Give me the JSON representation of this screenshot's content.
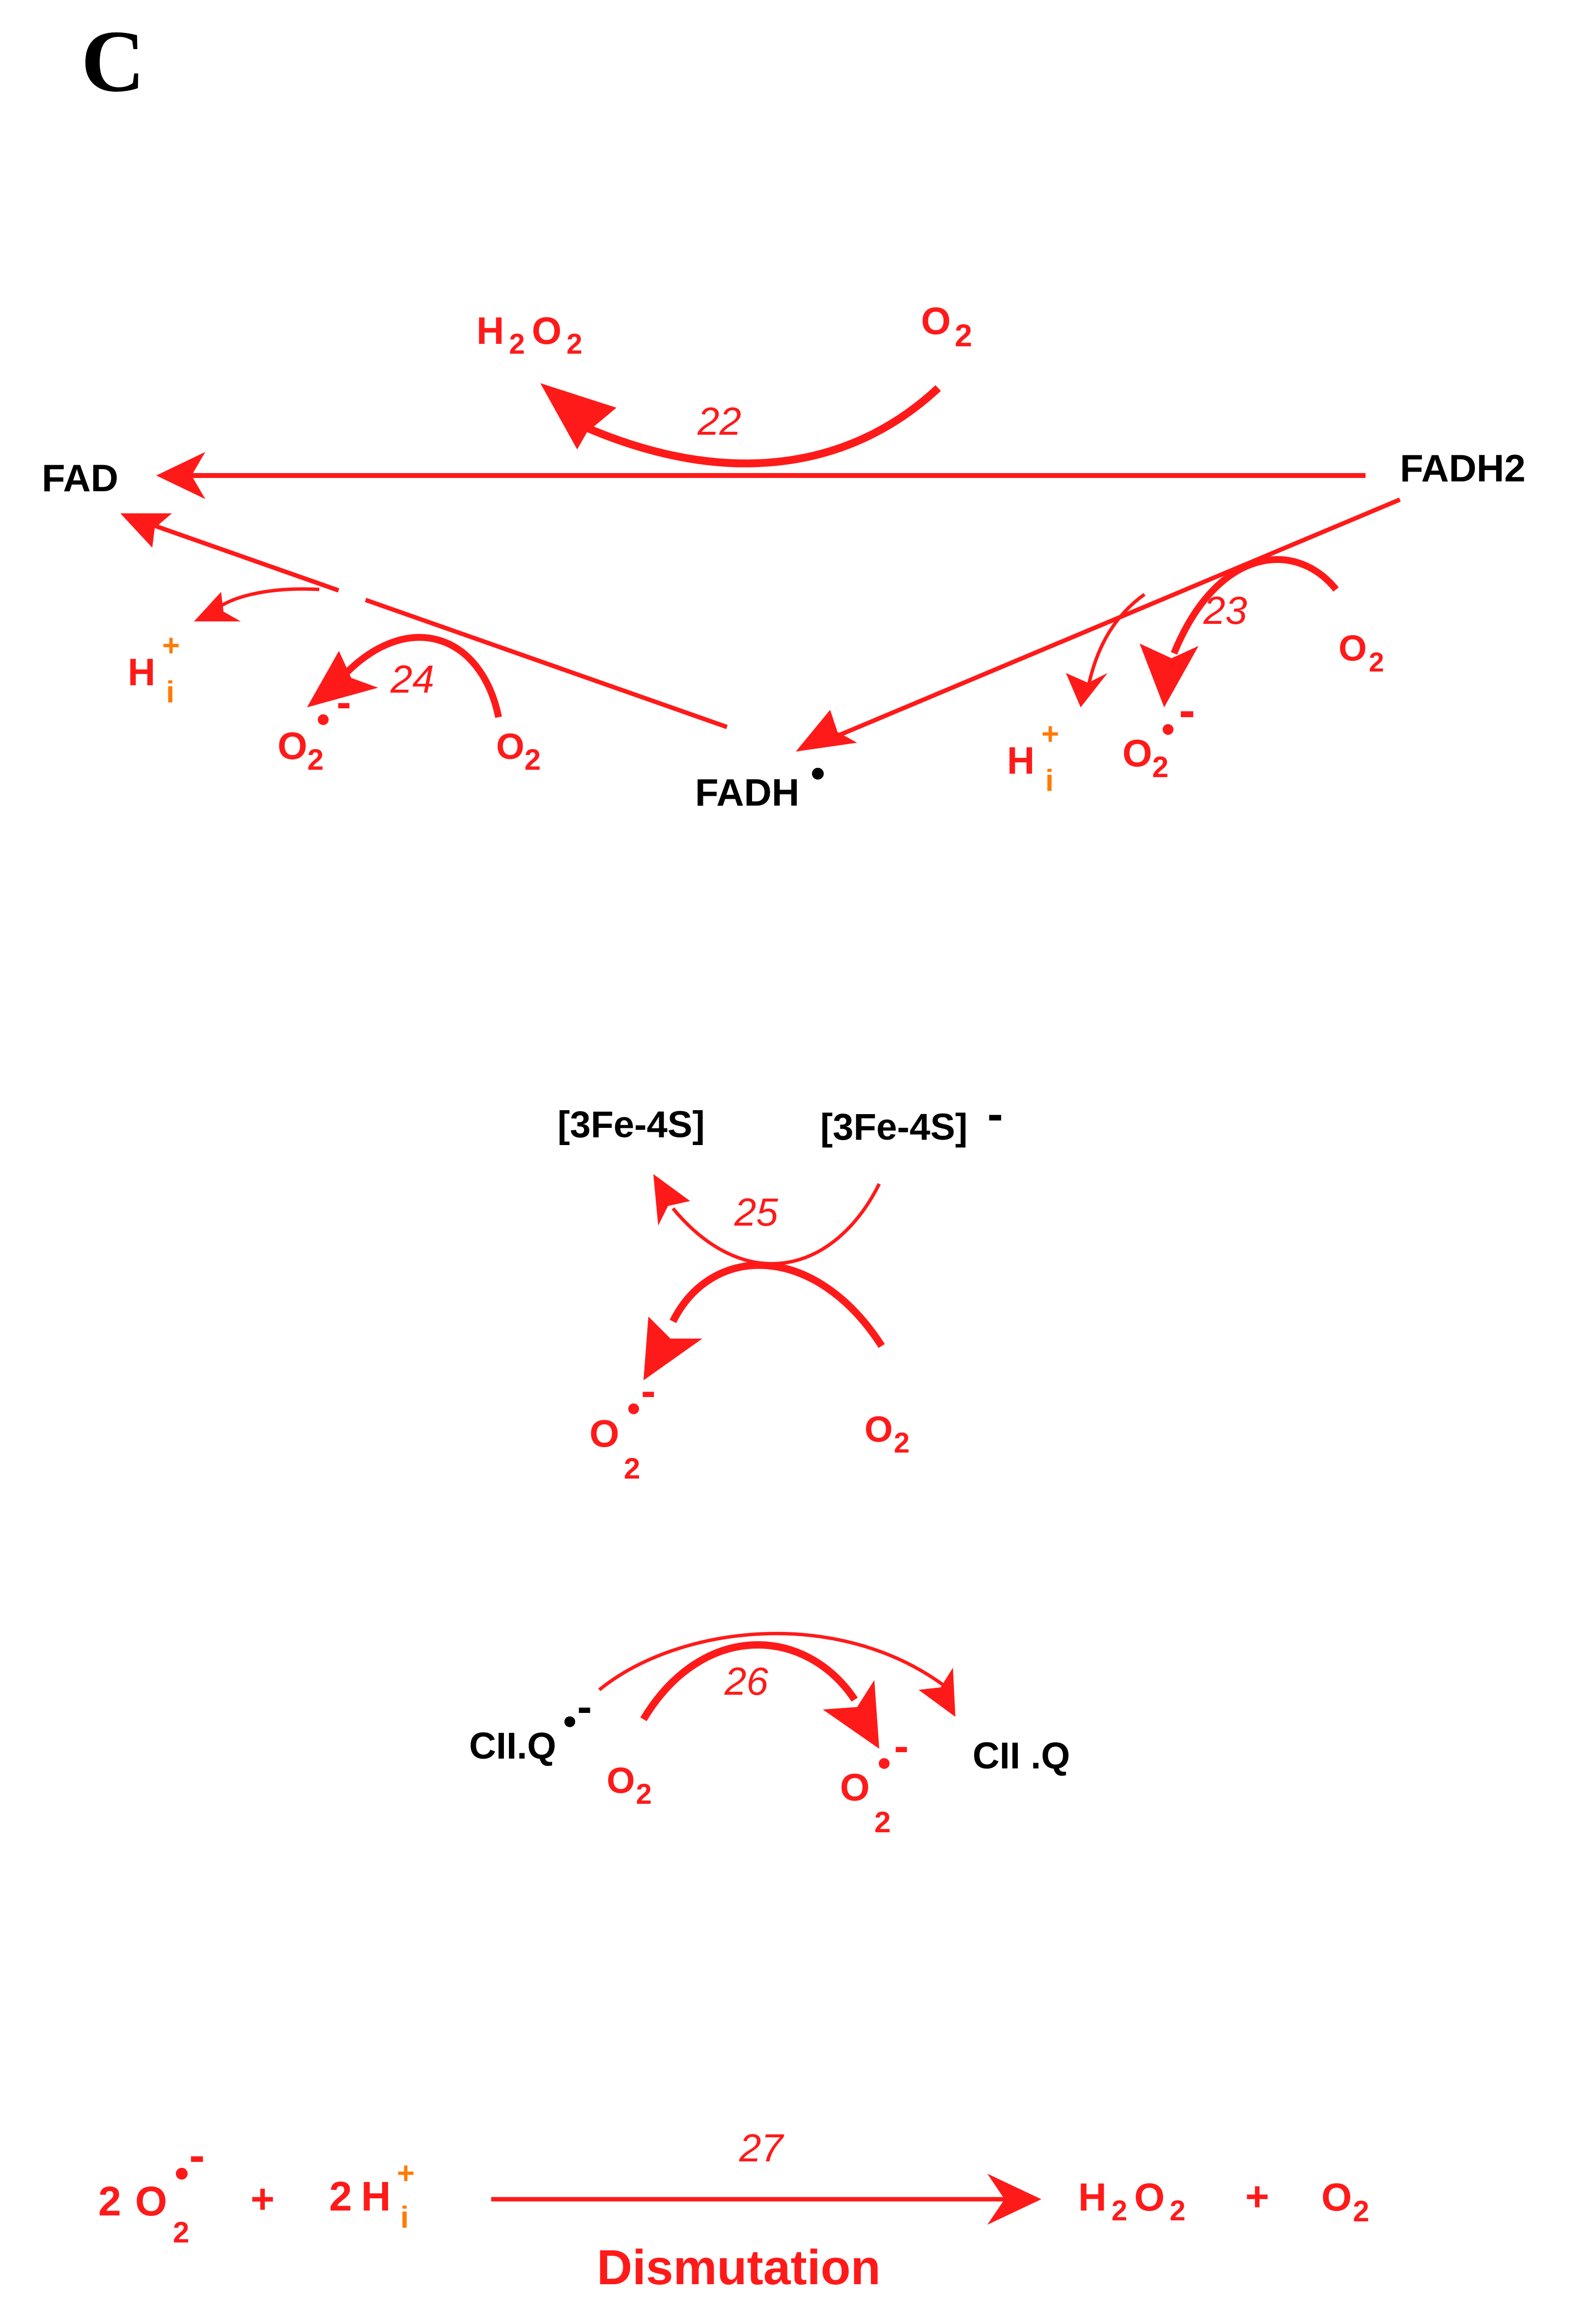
{
  "panel_label": "C",
  "colors": {
    "reaction": "#ff1a1a",
    "proton": "#ff7a00",
    "label": "#000000"
  },
  "top": {
    "fad": "FAD",
    "fadh2": "FADH2",
    "fadh_radical": "FADH",
    "r22": "22",
    "r23": "23",
    "r24": "24",
    "h2o2": {
      "h": "H",
      "sub2a": "2",
      "o": "O",
      "sub2b": "2"
    },
    "o2_22": {
      "o": "O",
      "sub": "2"
    },
    "o2_23": {
      "o": "O",
      "sub": "2"
    },
    "o2_24": {
      "o": "O",
      "sub": "2"
    },
    "sup_23": {
      "o": "O",
      "sub": "2",
      "charge": "-"
    },
    "sup_24": {
      "o": "O",
      "sub": "2",
      "charge": "-"
    },
    "h_left": {
      "h": "H",
      "sub": "i",
      "sup": "+"
    },
    "h_right": {
      "h": "H",
      "sub": "i",
      "sup": "+"
    }
  },
  "fes": {
    "fe_ox": "[3Fe-4S]",
    "fe_red": "[3Fe-4S]",
    "fe_red_charge": "-",
    "r25": "25",
    "o2": {
      "o": "O",
      "sub": "2"
    },
    "sup": {
      "o": "O",
      "sub": "2",
      "charge": "-"
    }
  },
  "cii": {
    "ciiq_radical": "CII.Q",
    "ciiq_radical_charge": "-",
    "ciiq": "CII .Q",
    "r26": "26",
    "o2": {
      "o": "O",
      "sub": "2"
    },
    "sup": {
      "o": "O",
      "sub": "2",
      "charge": "-"
    }
  },
  "dismut": {
    "r27": "27",
    "coef_sup": "2",
    "sup": {
      "o": "O",
      "sub": "2",
      "charge": "-"
    },
    "plus1": "+",
    "coef_h": "2",
    "h": {
      "h": "H",
      "sub": "i",
      "sup": "+"
    },
    "h2o2": {
      "h": "H",
      "sub2a": "2",
      "o": "O",
      "sub2b": "2"
    },
    "plus2": "+",
    "o2": {
      "o": "O",
      "sub": "2"
    },
    "label": "Dismutation"
  }
}
